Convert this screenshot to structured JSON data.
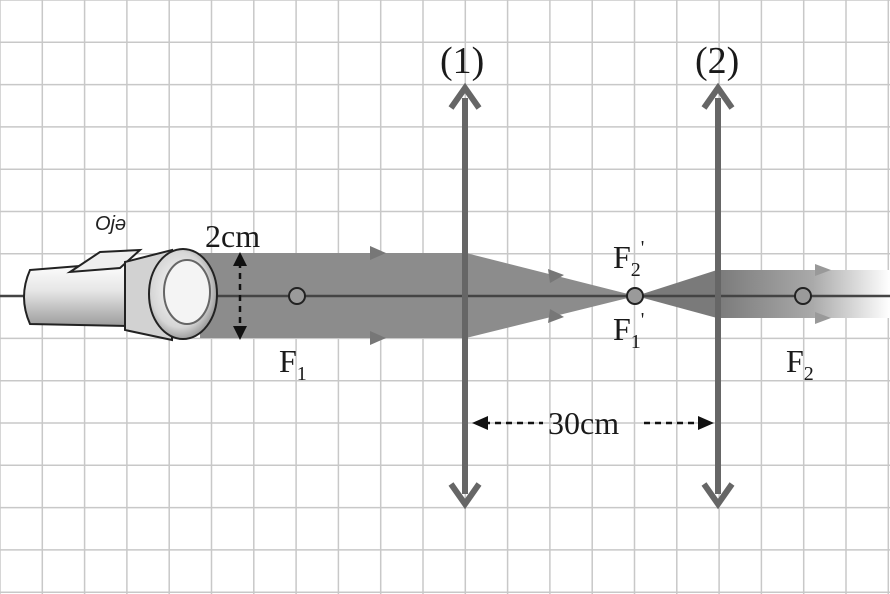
{
  "flashlight": {
    "label": "Ojə"
  },
  "beam": {
    "width_label": "2cm"
  },
  "lenses": [
    {
      "label": "(1)"
    },
    {
      "label": "(2)"
    }
  ],
  "foci": {
    "f1": {
      "main": "F",
      "sub": "1"
    },
    "f2": {
      "main": "F",
      "sub": "2"
    },
    "f2p": {
      "main": "F",
      "sub": "2",
      "prime": "'"
    },
    "f1p": {
      "main": "F",
      "sub": "1",
      "prime": "'"
    }
  },
  "distance": {
    "label": "30cm"
  },
  "colors": {
    "grid": "#c8c8c8",
    "beam": "#8c8c8c",
    "lens": "#666666",
    "axis": "#444444"
  }
}
